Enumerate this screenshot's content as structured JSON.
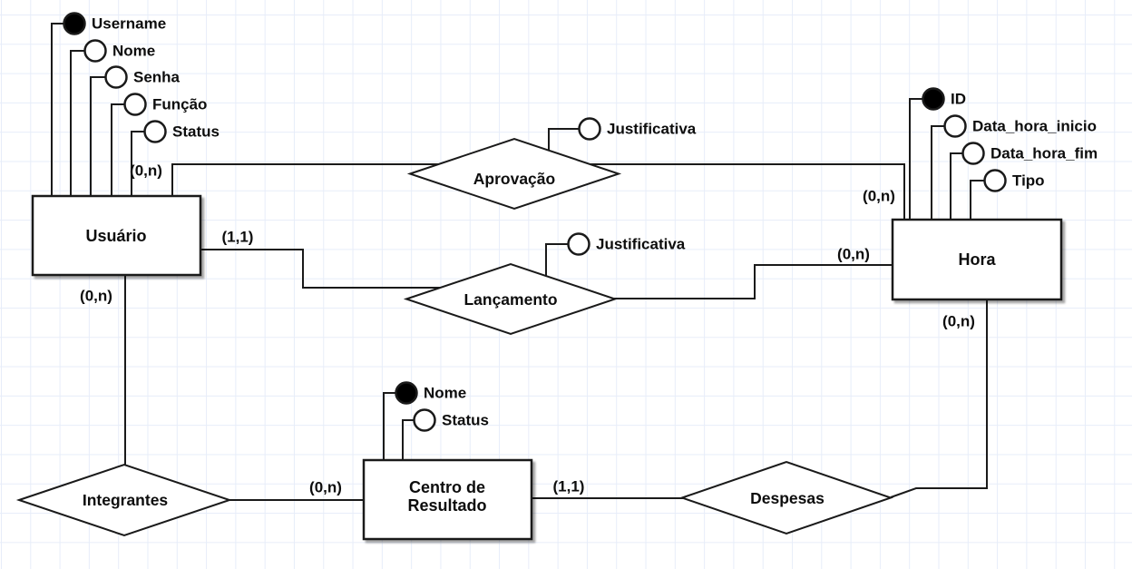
{
  "colors": {
    "line": "#1a1a1a",
    "shape_fill": "#ffffff",
    "key_attribute_fill": "#000000",
    "text": "#0d0d0d",
    "grid": "#e7edf9",
    "shadow": "#b3b3b3"
  },
  "entities": {
    "usuario": {
      "label": "Usuário"
    },
    "hora": {
      "label": "Hora"
    },
    "centro": {
      "label_line1": "Centro de",
      "label_line2": "Resultado"
    }
  },
  "relationships": {
    "aprovacao": {
      "label": "Aprovação"
    },
    "lancamento": {
      "label": "Lançamento"
    },
    "integrantes": {
      "label": "Integrantes"
    },
    "despesas": {
      "label": "Despesas"
    }
  },
  "attributes": {
    "usuario_username": {
      "label": "Username",
      "key": true
    },
    "usuario_nome": {
      "label": "Nome",
      "key": false
    },
    "usuario_senha": {
      "label": "Senha",
      "key": false
    },
    "usuario_funcao": {
      "label": "Função",
      "key": false
    },
    "usuario_status": {
      "label": "Status",
      "key": false
    },
    "hora_id": {
      "label": "ID",
      "key": true
    },
    "hora_data_hora_inicio": {
      "label": "Data_hora_inicio",
      "key": false
    },
    "hora_data_hora_fim": {
      "label": "Data_hora_fim",
      "key": false
    },
    "hora_tipo": {
      "label": "Tipo",
      "key": false
    },
    "centro_nome": {
      "label": "Nome",
      "key": true
    },
    "centro_status": {
      "label": "Status",
      "key": false
    },
    "aprovacao_justificativa": {
      "label": "Justificativa",
      "key": false
    },
    "lancamento_justificativa": {
      "label": "Justificativa",
      "key": false
    }
  },
  "cardinalities": {
    "usuario_aprovacao": "(0,n)",
    "usuario_lancamento": "(1,1)",
    "usuario_integrantes": "(0,n)",
    "hora_aprovacao": "(0,n)",
    "hora_lancamento": "(0,n)",
    "hora_despesas": "(0,n)",
    "centro_integrantes": "(0,n)",
    "centro_despesas": "(1,1)"
  }
}
